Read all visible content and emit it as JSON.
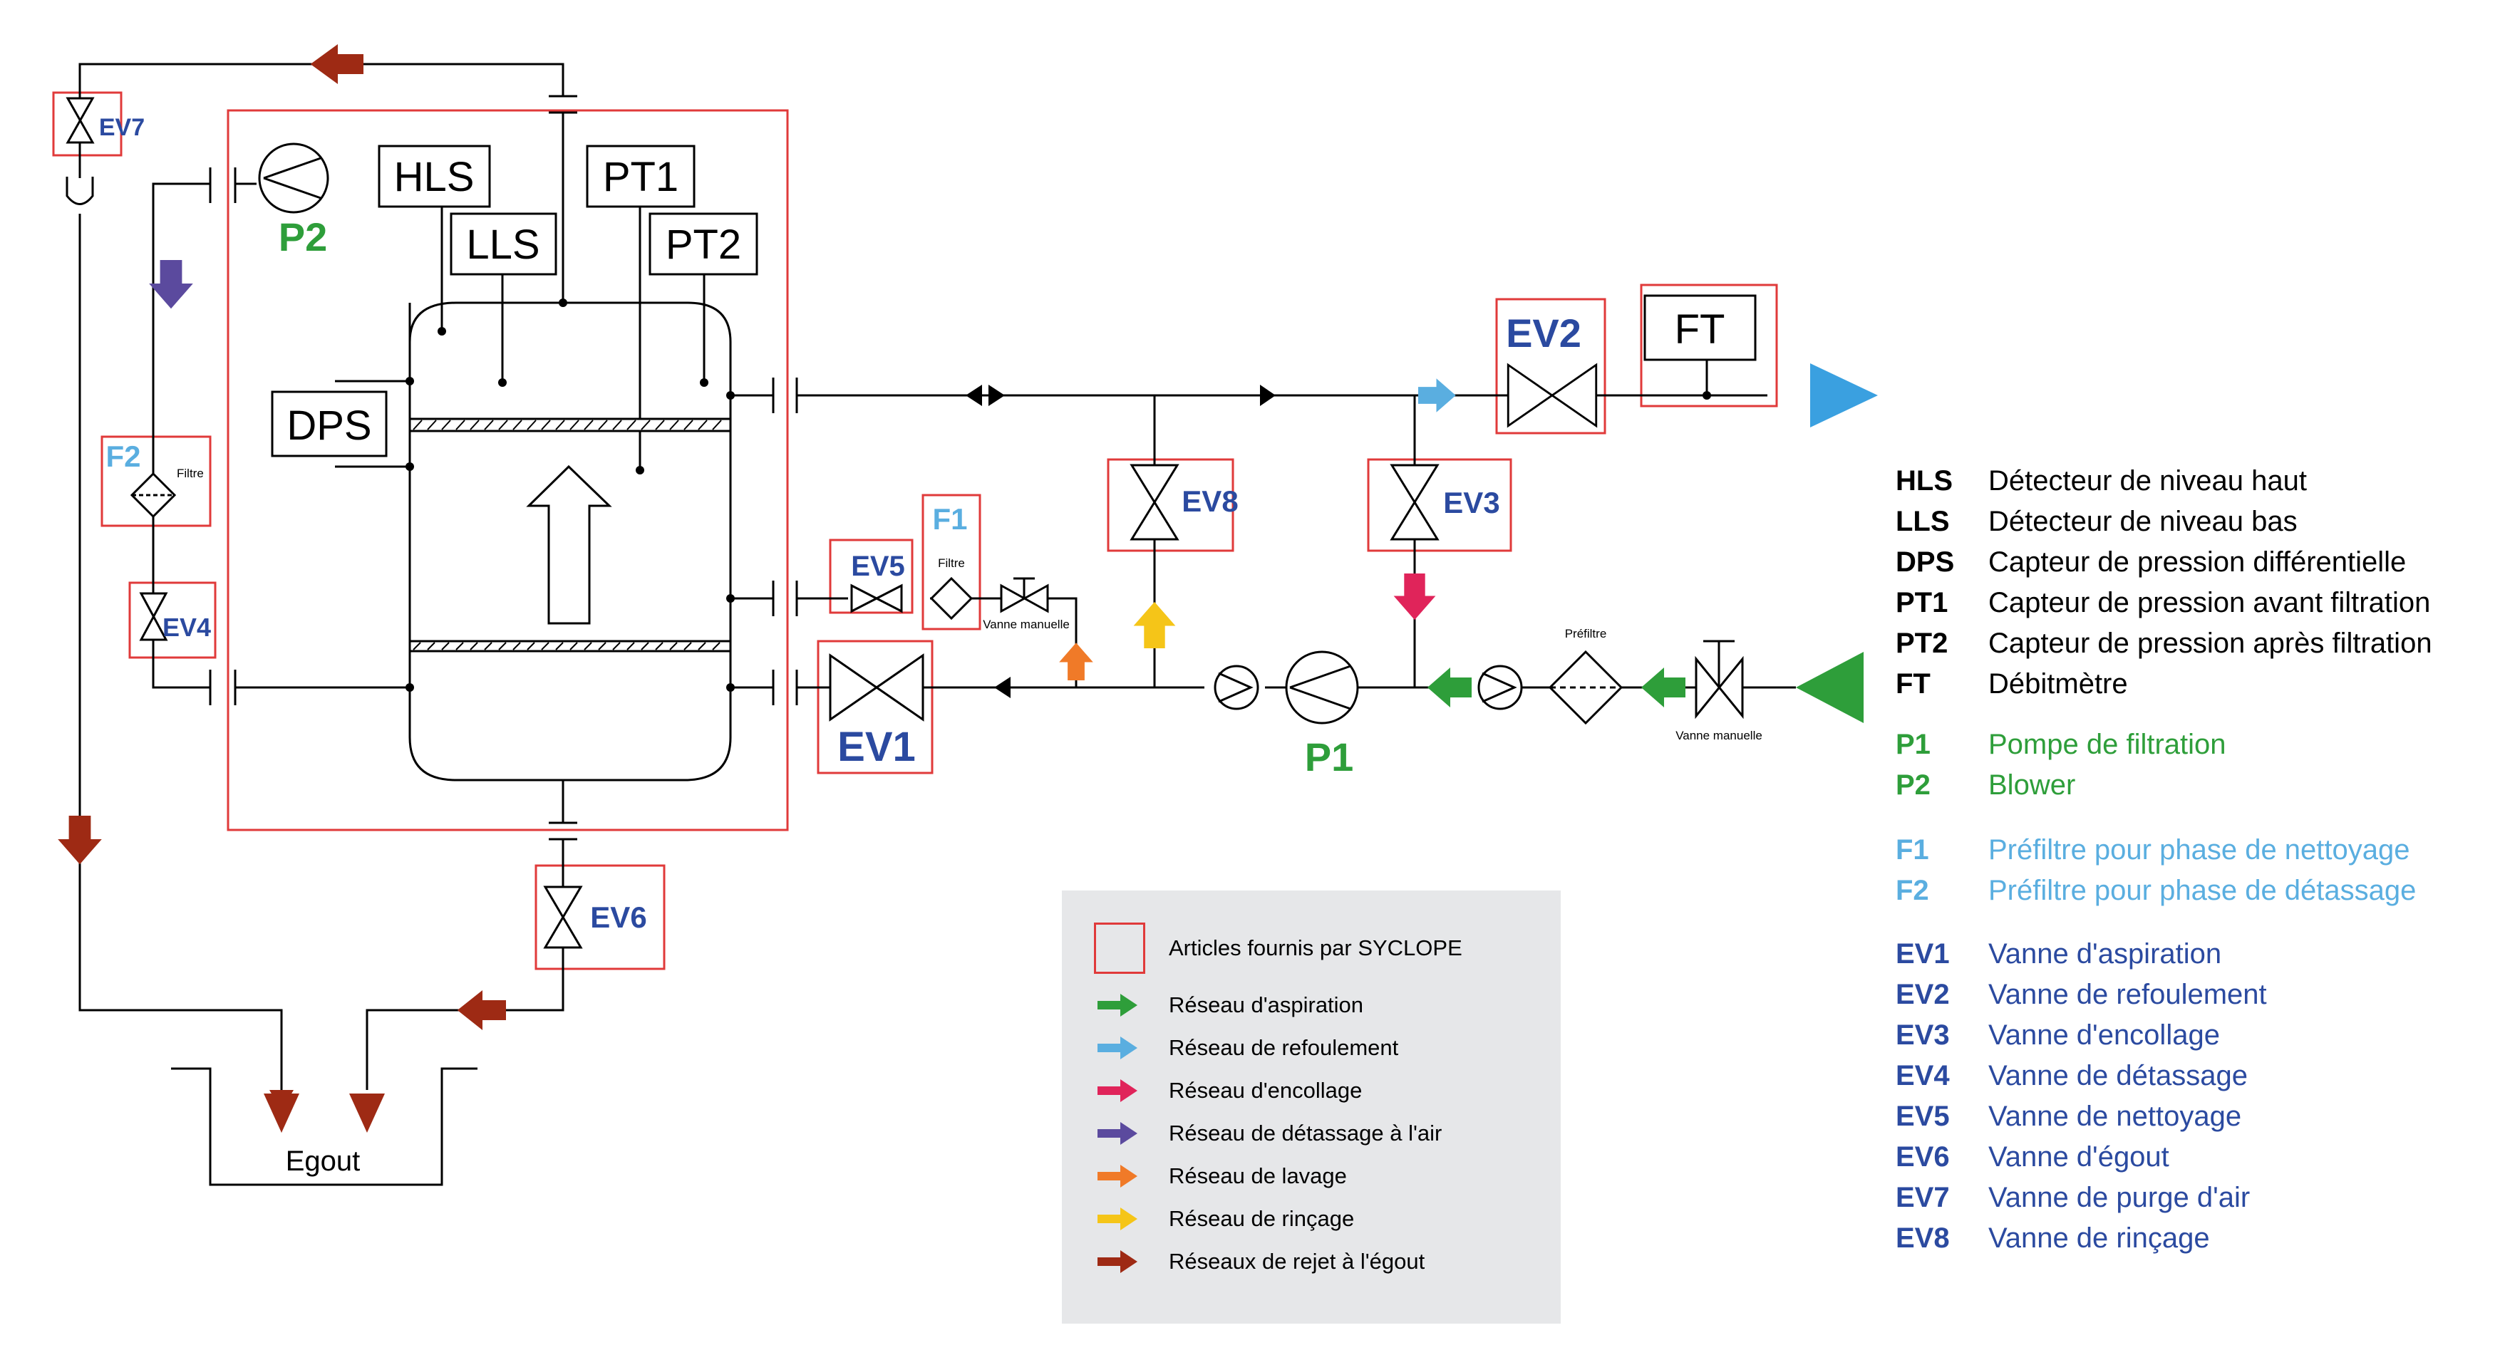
{
  "colors": {
    "frame_red": "#e03a3a",
    "suction_green": "#2e9e3a",
    "discharge_blue": "#5aaee0",
    "sizing_pink": "#e0245a",
    "air_purple": "#5b4a9e",
    "washing_orange": "#f07a28",
    "rinsing_yellow": "#f5c518",
    "sewer_brown": "#9e2a14",
    "valve_navy": "#2b4aa0"
  },
  "diagram": {
    "instruments": {
      "hls": "HLS",
      "lls": "LLS",
      "pt1": "PT1",
      "pt2": "PT2",
      "dps": "DPS",
      "ft": "FT"
    },
    "valves": {
      "ev1": "EV1",
      "ev2": "EV2",
      "ev3": "EV3",
      "ev4": "EV4",
      "ev5": "EV5",
      "ev6": "EV6",
      "ev7": "EV7",
      "ev8": "EV8"
    },
    "filters": {
      "f1": "F1",
      "f2": "F2",
      "filtre": "Filtre",
      "prefiltre": "Préfiltre"
    },
    "pumps": {
      "p1": "P1",
      "p2": "P2"
    },
    "manual_valve": "Vanne manuelle",
    "sewer": "Egout"
  },
  "legend": {
    "items": [
      {
        "label": "Articles fournis par SYCLOPE",
        "kind": "box"
      },
      {
        "label": "Réseau d'aspiration",
        "color": "#2e9e3a"
      },
      {
        "label": "Réseau de refoulement",
        "color": "#5aaee0"
      },
      {
        "label": "Réseau d'encollage",
        "color": "#e0245a"
      },
      {
        "label": "Réseau de détassage à l'air",
        "color": "#5b4a9e"
      },
      {
        "label": "Réseau de lavage",
        "color": "#f07a28"
      },
      {
        "label": "Réseau de rinçage",
        "color": "#f5c518"
      },
      {
        "label": "Réseaux de rejet à l'égout",
        "color": "#9e2a14"
      }
    ]
  },
  "glossary": {
    "groups": [
      {
        "color": "#000000",
        "items": [
          {
            "code": "HLS",
            "desc": "Détecteur de niveau haut"
          },
          {
            "code": "LLS",
            "desc": "Détecteur de niveau bas"
          },
          {
            "code": "DPS",
            "desc": "Capteur de pression différentielle"
          },
          {
            "code": "PT1",
            "desc": "Capteur de pression avant filtration"
          },
          {
            "code": "PT2",
            "desc": "Capteur de pression après filtration"
          },
          {
            "code": "FT",
            "desc": "Débitmètre"
          }
        ]
      },
      {
        "color": "#2e9e3a",
        "items": [
          {
            "code": "P1",
            "desc": "Pompe de filtration"
          },
          {
            "code": "P2",
            "desc": "Blower"
          }
        ]
      },
      {
        "color": "#5aaee0",
        "items": [
          {
            "code": "F1",
            "desc": "Préfiltre pour phase de nettoyage"
          },
          {
            "code": "F2",
            "desc": "Préfiltre pour phase de détassage"
          }
        ]
      },
      {
        "color": "#2b4aa0",
        "items": [
          {
            "code": "EV1",
            "desc": "Vanne d'aspiration"
          },
          {
            "code": "EV2",
            "desc": "Vanne de refoulement"
          },
          {
            "code": "EV3",
            "desc": "Vanne d'encollage"
          },
          {
            "code": "EV4",
            "desc": "Vanne de détassage"
          },
          {
            "code": "EV5",
            "desc": "Vanne de nettoyage"
          },
          {
            "code": "EV6",
            "desc": "Vanne d'égout"
          },
          {
            "code": "EV7",
            "desc": "Vanne de purge d'air"
          },
          {
            "code": "EV8",
            "desc": "Vanne de rinçage"
          }
        ]
      }
    ]
  }
}
